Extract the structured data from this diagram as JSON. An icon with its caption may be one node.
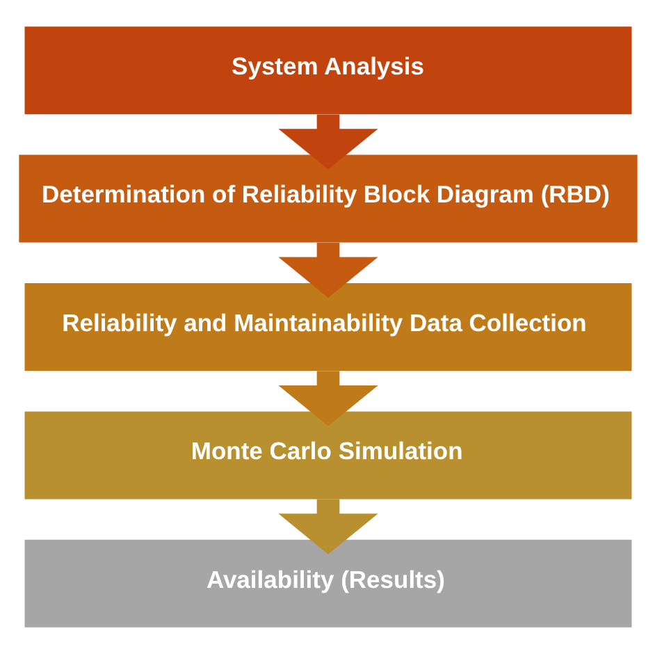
{
  "diagram": {
    "nodes": [
      {
        "text": [
          "System Analysis"
        ]
      },
      {
        "text": [
          "Determination of Reliability Block Diagram (RBD)"
        ]
      },
      {
        "text": [
          "Reliability and Maintainability Data Collection"
        ]
      },
      {
        "text": [
          "Monte Carlo Simulation"
        ]
      },
      {
        "text": [
          "Availability (Results)"
        ]
      }
    ],
    "edges": [
      {
        "from": 0,
        "to": 1,
        "arrow": "to",
        "color": "#c1440e"
      },
      {
        "from": 1,
        "to": 2,
        "arrow": "to",
        "color": "#c55a11"
      },
      {
        "from": 2,
        "to": 3,
        "arrow": "to",
        "color": "#bf7b1a"
      },
      {
        "from": 3,
        "to": 4,
        "arrow": "to",
        "color": "#b8902f"
      }
    ]
  }
}
